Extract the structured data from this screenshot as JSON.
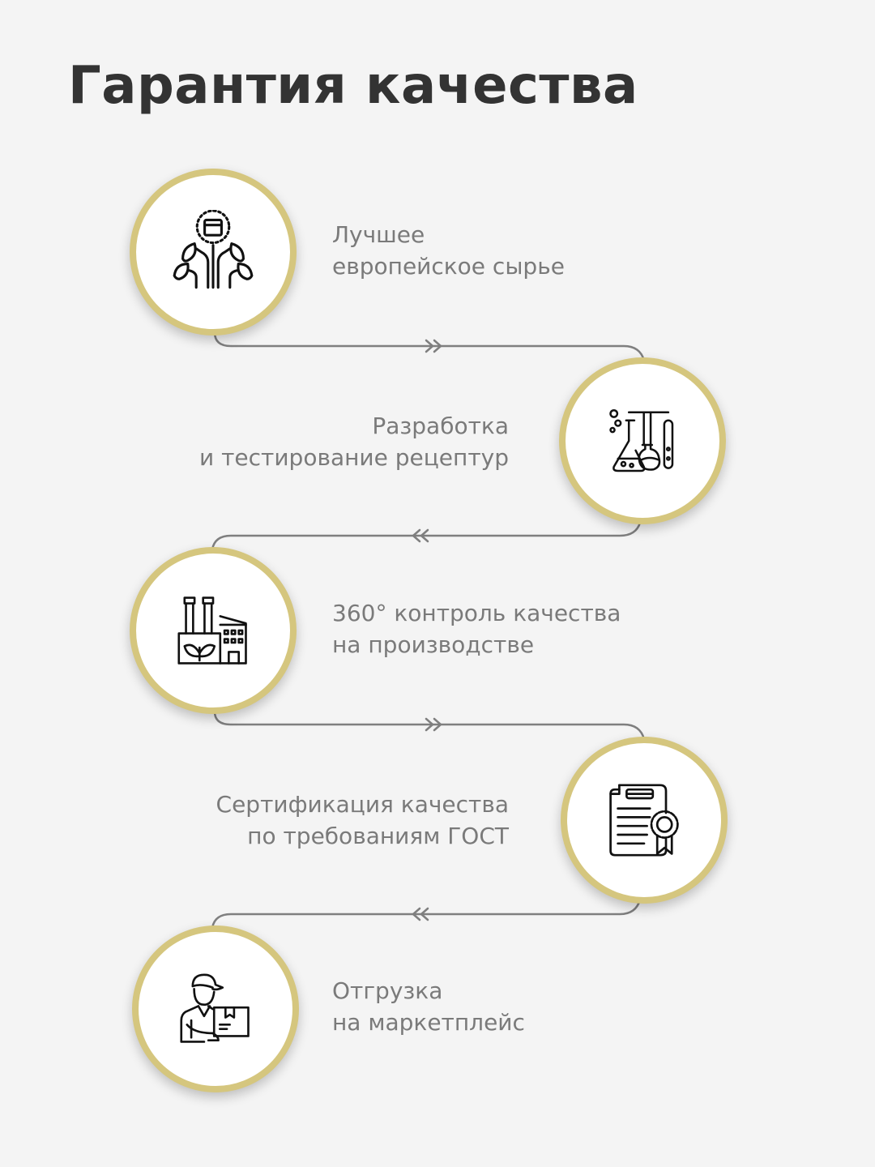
{
  "title": "Гарантия качества",
  "colors": {
    "background": "#f4f4f4",
    "title": "#333333",
    "text": "#7a7a7a",
    "ring": "#d5c67e",
    "connector": "#7f7f7f"
  },
  "steps": [
    {
      "icon": "plant-sprouts-icon",
      "lines": [
        "Лучшее",
        "европейское сырье"
      ]
    },
    {
      "icon": "laboratory-flasks-icon",
      "lines": [
        "Разработка",
        "и тестирование рецептур"
      ]
    },
    {
      "icon": "eco-factory-icon",
      "lines": [
        "360° контроль качества",
        "на производстве"
      ]
    },
    {
      "icon": "certificate-icon",
      "lines": [
        "Сертификация качества",
        "по требованиям ГОСТ"
      ]
    },
    {
      "icon": "delivery-courier-icon",
      "lines": [
        "Отгрузка",
        "на маркетплейс"
      ]
    }
  ]
}
